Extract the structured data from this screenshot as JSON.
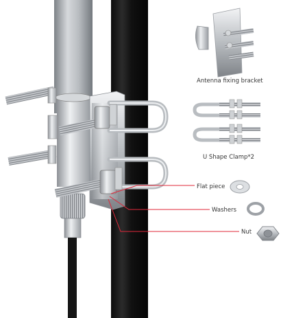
{
  "labels": {
    "bracket": "Antenna fixing bracket",
    "clamp": "U Shape Clamp*2",
    "flat_piece": "Flat piece",
    "washers": "Washers",
    "nut": "Nut"
  },
  "colors": {
    "leader_line": "#e0283a",
    "steel": "#c9ccd0",
    "pole": "#1a1a1a",
    "antenna": "#a9adb1"
  }
}
